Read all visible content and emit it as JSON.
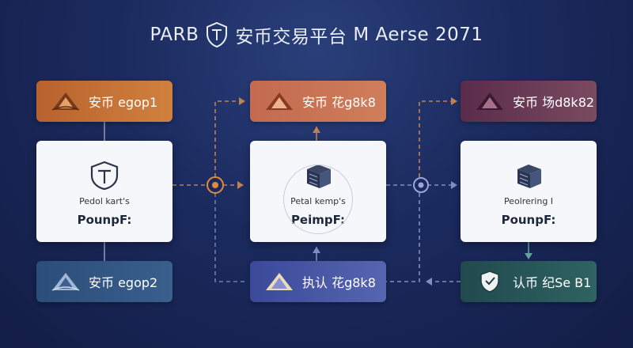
{
  "title": {
    "prefix": "PARB",
    "main": "安币交易平台",
    "suffix": "M Aerse 2071"
  },
  "left_column": {
    "top_tag": "安币 egop1",
    "card_sub": "Pedol kart's",
    "card_main": "PounpF:",
    "bottom_tag": "安币 egop2"
  },
  "middle_column": {
    "top_tag": "安币 花g8k8",
    "card_sub": "Petal kemp's",
    "card_main": "PeimpF:",
    "bottom_tag": "执认 花g8k8"
  },
  "right_column": {
    "top_tag": "安币 场d8k82",
    "card_sub": "Peolrering I",
    "card_main": "PounpF:",
    "bottom_tag": "认币 纪Se B1"
  },
  "colors": {
    "line": "#b07a5a",
    "line_blue": "#7f8fc6",
    "node": "#e08a3a",
    "accent_orange": "#d0813e",
    "accent_teal": "#2f6262"
  }
}
